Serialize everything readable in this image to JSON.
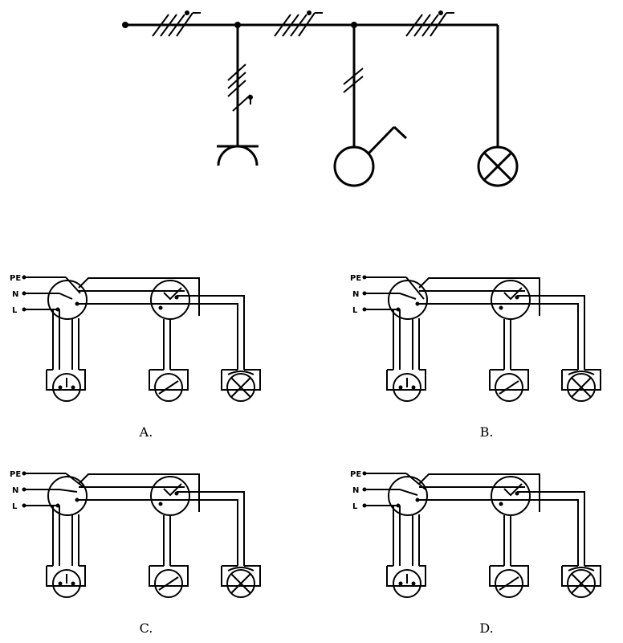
{
  "colors": {
    "ink": "#000000",
    "background": "#ffffff"
  },
  "variants": [
    {
      "caption": "A.",
      "labels": {
        "pe": "PE",
        "n": "N",
        "l": "L"
      }
    },
    {
      "caption": "B.",
      "labels": {
        "pe": "PE",
        "n": "N",
        "l": "L"
      }
    },
    {
      "caption": "C.",
      "labels": {
        "pe": "PE",
        "n": "N",
        "l": "L"
      }
    },
    {
      "caption": "D.",
      "labels": {
        "pe": "PE",
        "n": "N",
        "l": "L"
      }
    }
  ],
  "top_schematic": {
    "symbols": [
      "socket-symbol",
      "switch-symbol",
      "lamp-symbol"
    ]
  }
}
